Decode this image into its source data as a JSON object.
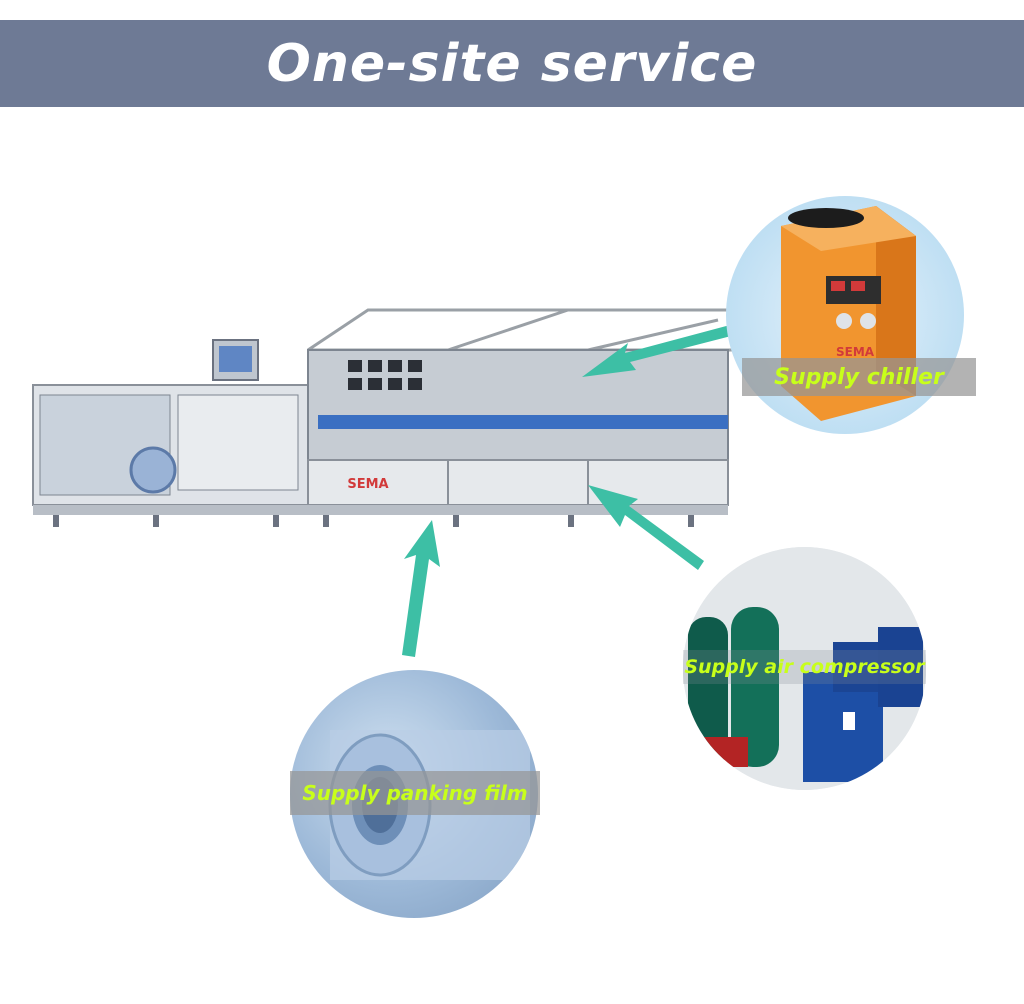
{
  "banner": {
    "title": "One-site service"
  },
  "machine": {
    "brand": "SEMA"
  },
  "services": {
    "chiller": {
      "label": "Supply chiller",
      "brand": "SEMA"
    },
    "air_compressor": {
      "label": "Supply air compressor"
    },
    "film": {
      "label": "Supply panking film"
    }
  },
  "colors": {
    "banner": "#6e7a95",
    "arrow": "#3dbfa5",
    "label_text": "#c8ff1a"
  }
}
